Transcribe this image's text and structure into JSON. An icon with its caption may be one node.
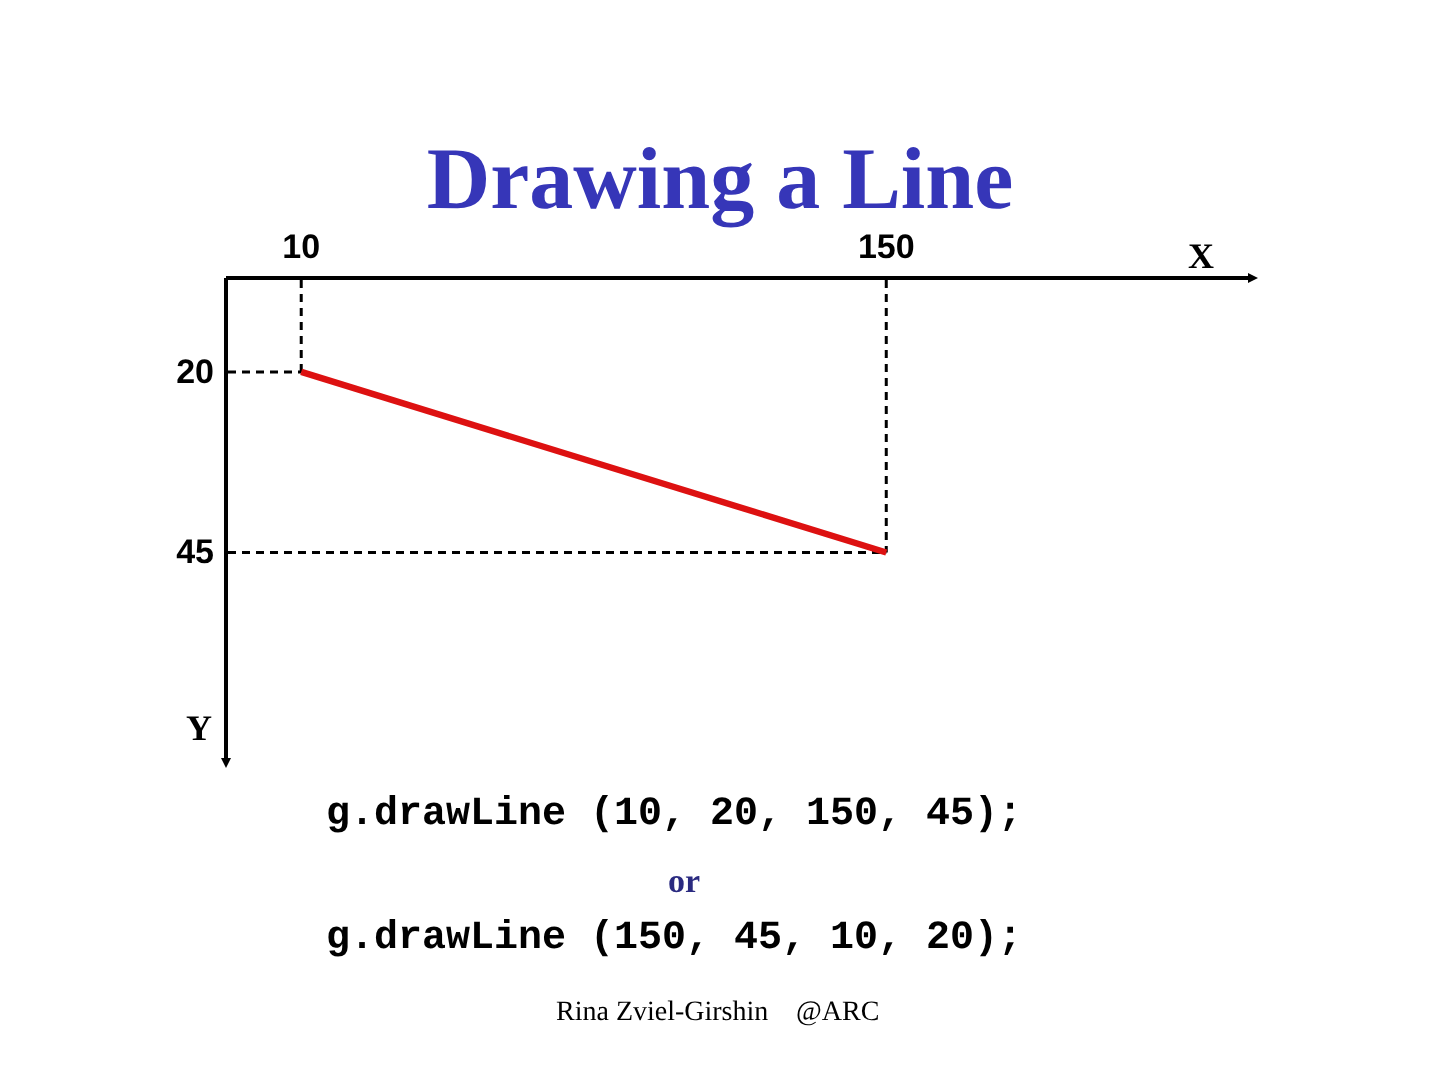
{
  "diagram": {
    "title": "Drawing a Line",
    "chart_data": {
      "type": "line",
      "xlabel": "X",
      "ylabel": "Y",
      "x": [
        10,
        150
      ],
      "series": [
        {
          "color": "#dd1111",
          "values": [
            20,
            45
          ]
        }
      ],
      "xlim": [
        -8,
        238
      ],
      "ylim": [
        74,
        7
      ],
      "xticks": [
        10,
        150
      ],
      "yticks": [
        20,
        45
      ]
    },
    "labels": [
      "g.drawLine (10, 20, 150, 45);",
      "or",
      "g.drawLine (150, 45, 10, 20);",
      "Rina Zviel-Girshin",
      "@ARC"
    ]
  }
}
